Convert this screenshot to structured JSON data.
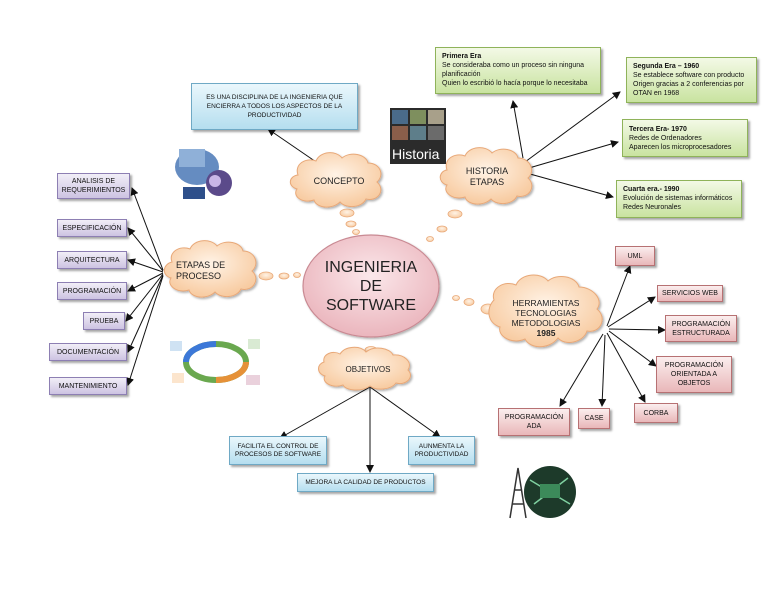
{
  "center": {
    "lines": [
      "INGENIERIA",
      "DE",
      "SOFTWARE"
    ]
  },
  "concepto": {
    "label": "CONCEPTO",
    "definition": "ES UNA DISCIPLINA DE LA INGENIERIA QUE ENCIERRA A TODOS LOS ASPECTOS DE LA PRODUCTIVIDAD"
  },
  "historia": {
    "label_lines": [
      "HISTORIA",
      "ETAPAS"
    ],
    "image_caption": "Historia",
    "eras": [
      {
        "title": "Primera Era",
        "lines": [
          "Se consideraba como un proceso sin ninguna",
          "planificación",
          "Quien lo escribió lo hacía porque lo necesitaba"
        ]
      },
      {
        "title": "Segunda Era – 1960",
        "lines": [
          "Se establece software con producto",
          "Origen gracias a 2 conferencias por",
          "OTAN en 1968"
        ]
      },
      {
        "title": "Tercera Era- 1970",
        "lines": [
          "Redes de Ordenadores",
          "Aparecen los microprocesadores"
        ]
      },
      {
        "title": "Cuarta era.- 1990",
        "lines": [
          "Evolución de sistemas informáticos",
          "Redes Neuronales"
        ]
      }
    ]
  },
  "etapas": {
    "label_lines": [
      "ETAPAS DE",
      "PROCESO"
    ],
    "items": [
      "ANALISIS DE REQUERIMIENTOS",
      "ESPECIFICACIÓN",
      "ARQUITECTURA",
      "PROGRAMACIÓN",
      "PRUEBA",
      "DOCUMENTACIÓN",
      "MANTENIMIENTO"
    ]
  },
  "objetivos": {
    "label": "OBJETIVOS",
    "items": [
      "FACILITA EL CONTROL DE PROCESOS DE SOFTWARE",
      "MEJORA LA CALIDAD DE PRODUCTOS",
      "AUNMENTA LA PRODUCTIVIDAD"
    ]
  },
  "herramientas": {
    "label_lines": [
      "HERRAMIENTAS",
      "TECNOLOGIAS",
      "METODOLOGIAS",
      "1985"
    ],
    "items": [
      "UML",
      "SERVICIOS WEB",
      "PROGRAMACIÓN ESTRUCTURADA",
      "PROGRAMACIÓN ORIENTADA A OBJETOS",
      "CORBA",
      "CASE",
      "PROGRAMACIÓN ADA"
    ]
  }
}
